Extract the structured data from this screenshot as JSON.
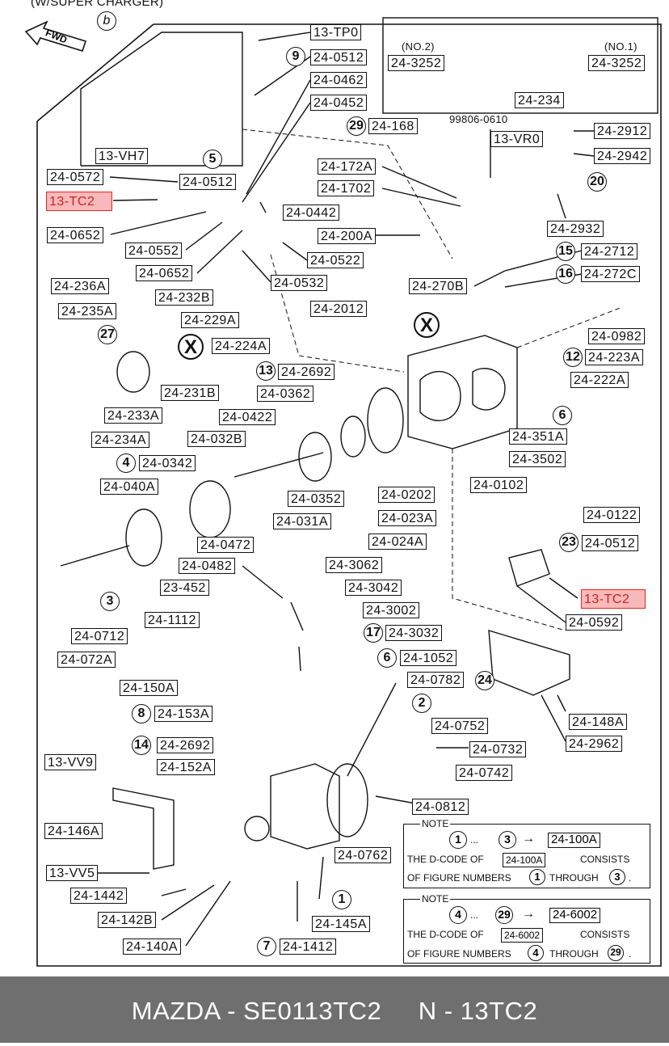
{
  "header": {
    "top_note": "(W/SUPER CHARGER)",
    "fwd": "FWD",
    "section_letter": "b"
  },
  "labels": {
    "13_TP0": "13-TP0",
    "24_0512_a": "24-0512",
    "24_0462": "24-0462",
    "24_0452": "24-0452",
    "24_3252_no2": "24-3252",
    "24_3252_no1": "24-3252",
    "no2": "(NO.2)",
    "no1": "(NO.1)",
    "24_234": "24-234",
    "24_168": "24-168",
    "99806_0610": "99806-0610",
    "13_VR0": "13-VR0",
    "24_2912": "24-2912",
    "24_2942": "24-2942",
    "13_VH7": "13-VH7",
    "24_0572": "24-0572",
    "24_0512_b": "24-0512",
    "13_TC2_top": "13-TC2",
    "24_0652_a": "24-0652",
    "24_0552": "24-0552",
    "24_0652_b": "24-0652",
    "24_172A": "24-172A",
    "24_1702": "24-1702",
    "24_0442": "24-0442",
    "24_200A": "24-200A",
    "24_0522": "24-0522",
    "24_0532": "24-0532",
    "24_2932": "24-2932",
    "24_2712": "24-2712",
    "24_272C": "24-272C",
    "24_270B": "24-270B",
    "24_236A": "24-236A",
    "24_232B": "24-232B",
    "24_235A": "24-235A",
    "24_229A": "24-229A",
    "24_224A": "24-224A",
    "24_2012": "24-2012",
    "24_0982": "24-0982",
    "24_223A": "24-223A",
    "24_2692_a": "24-2692",
    "24_222A": "24-222A",
    "24_231B": "24-231B",
    "24_0362": "24-0362",
    "24_233A": "24-233A",
    "24_0422": "24-0422",
    "24_234A": "24-234A",
    "24_032B": "24-032B",
    "24_351A": "24-351A",
    "24_3502": "24-3502",
    "24_0342": "24-0342",
    "24_040A": "24-040A",
    "24_0352": "24-0352",
    "24_0202": "24-0202",
    "24_0102": "24-0102",
    "24_031A": "24-031A",
    "24_023A": "24-023A",
    "24_0122": "24-0122",
    "24_0472": "24-0472",
    "24_024A": "24-024A",
    "24_0512_c": "24-0512",
    "24_0482": "24-0482",
    "24_3062": "24-3062",
    "23_452": "23-452",
    "24_3042": "24-3042",
    "13_TC2_bottom": "13-TC2",
    "24_1112": "24-1112",
    "24_3002": "24-3002",
    "24_0592": "24-0592",
    "24_0712": "24-0712",
    "24_3032": "24-3032",
    "24_072A": "24-072A",
    "24_1052": "24-1052",
    "24_0782": "24-0782",
    "24_150A": "24-150A",
    "24_153A": "24-153A",
    "24_148A": "24-148A",
    "24_0752": "24-0752",
    "24_2962": "24-2962",
    "24_2692_b": "24-2692",
    "24_0732": "24-0732",
    "13_VV9": "13-VV9",
    "24_152A": "24-152A",
    "24_0742": "24-0742",
    "24_0812": "24-0812",
    "24_146A": "24-146A",
    "24_0762": "24-0762",
    "13_VV5": "13-VV5",
    "24_1442": "24-1442",
    "24_142B": "24-142B",
    "24_145A": "24-145A",
    "24_140A": "24-140A",
    "24_1412": "24-1412"
  },
  "callouts": {
    "c9": "9",
    "c5": "5",
    "c29": "29",
    "c20": "20",
    "c15": "15",
    "c16": "16",
    "c27": "27",
    "c13": "13",
    "c12": "12",
    "c6a": "6",
    "c4": "4",
    "c23": "23",
    "c3": "3",
    "c17": "17",
    "c6b": "6",
    "c24": "24",
    "c2": "2",
    "c8": "8",
    "c14": "14",
    "c1": "1",
    "c7": "7",
    "x1": "X",
    "x2": "X"
  },
  "notes": [
    {
      "title": "NOTE",
      "from": "1",
      "dots": "...",
      "to": "3",
      "arrow": "→",
      "code": "24-100A",
      "line1_pre": "THE D-CODE OF",
      "line1_code": "24-100A",
      "line1_post": "CONSISTS",
      "line2_pre": "OF FIGURE NUMBERS",
      "line2_a": "1",
      "line2_mid": "THROUGH",
      "line2_b": "3",
      "line2_end": "."
    },
    {
      "title": "NOTE",
      "from": "4",
      "dots": "...",
      "to": "29",
      "arrow": "→",
      "code": "24-6002",
      "line1_pre": "THE D-CODE OF",
      "line1_code": "24-6002",
      "line1_post": "CONSISTS",
      "line2_pre": "OF FIGURE NUMBERS",
      "line2_a": "4",
      "line2_mid": "THROUGH",
      "line2_b": "29",
      "line2_end": "."
    }
  ],
  "footer": {
    "text": "MAZDA - SE0113TC2     N - 13TC2"
  },
  "colors": {
    "highlight_bg": "#f7b9b9",
    "highlight_border": "#e22222",
    "footer_bg": "#6f6f6f"
  }
}
